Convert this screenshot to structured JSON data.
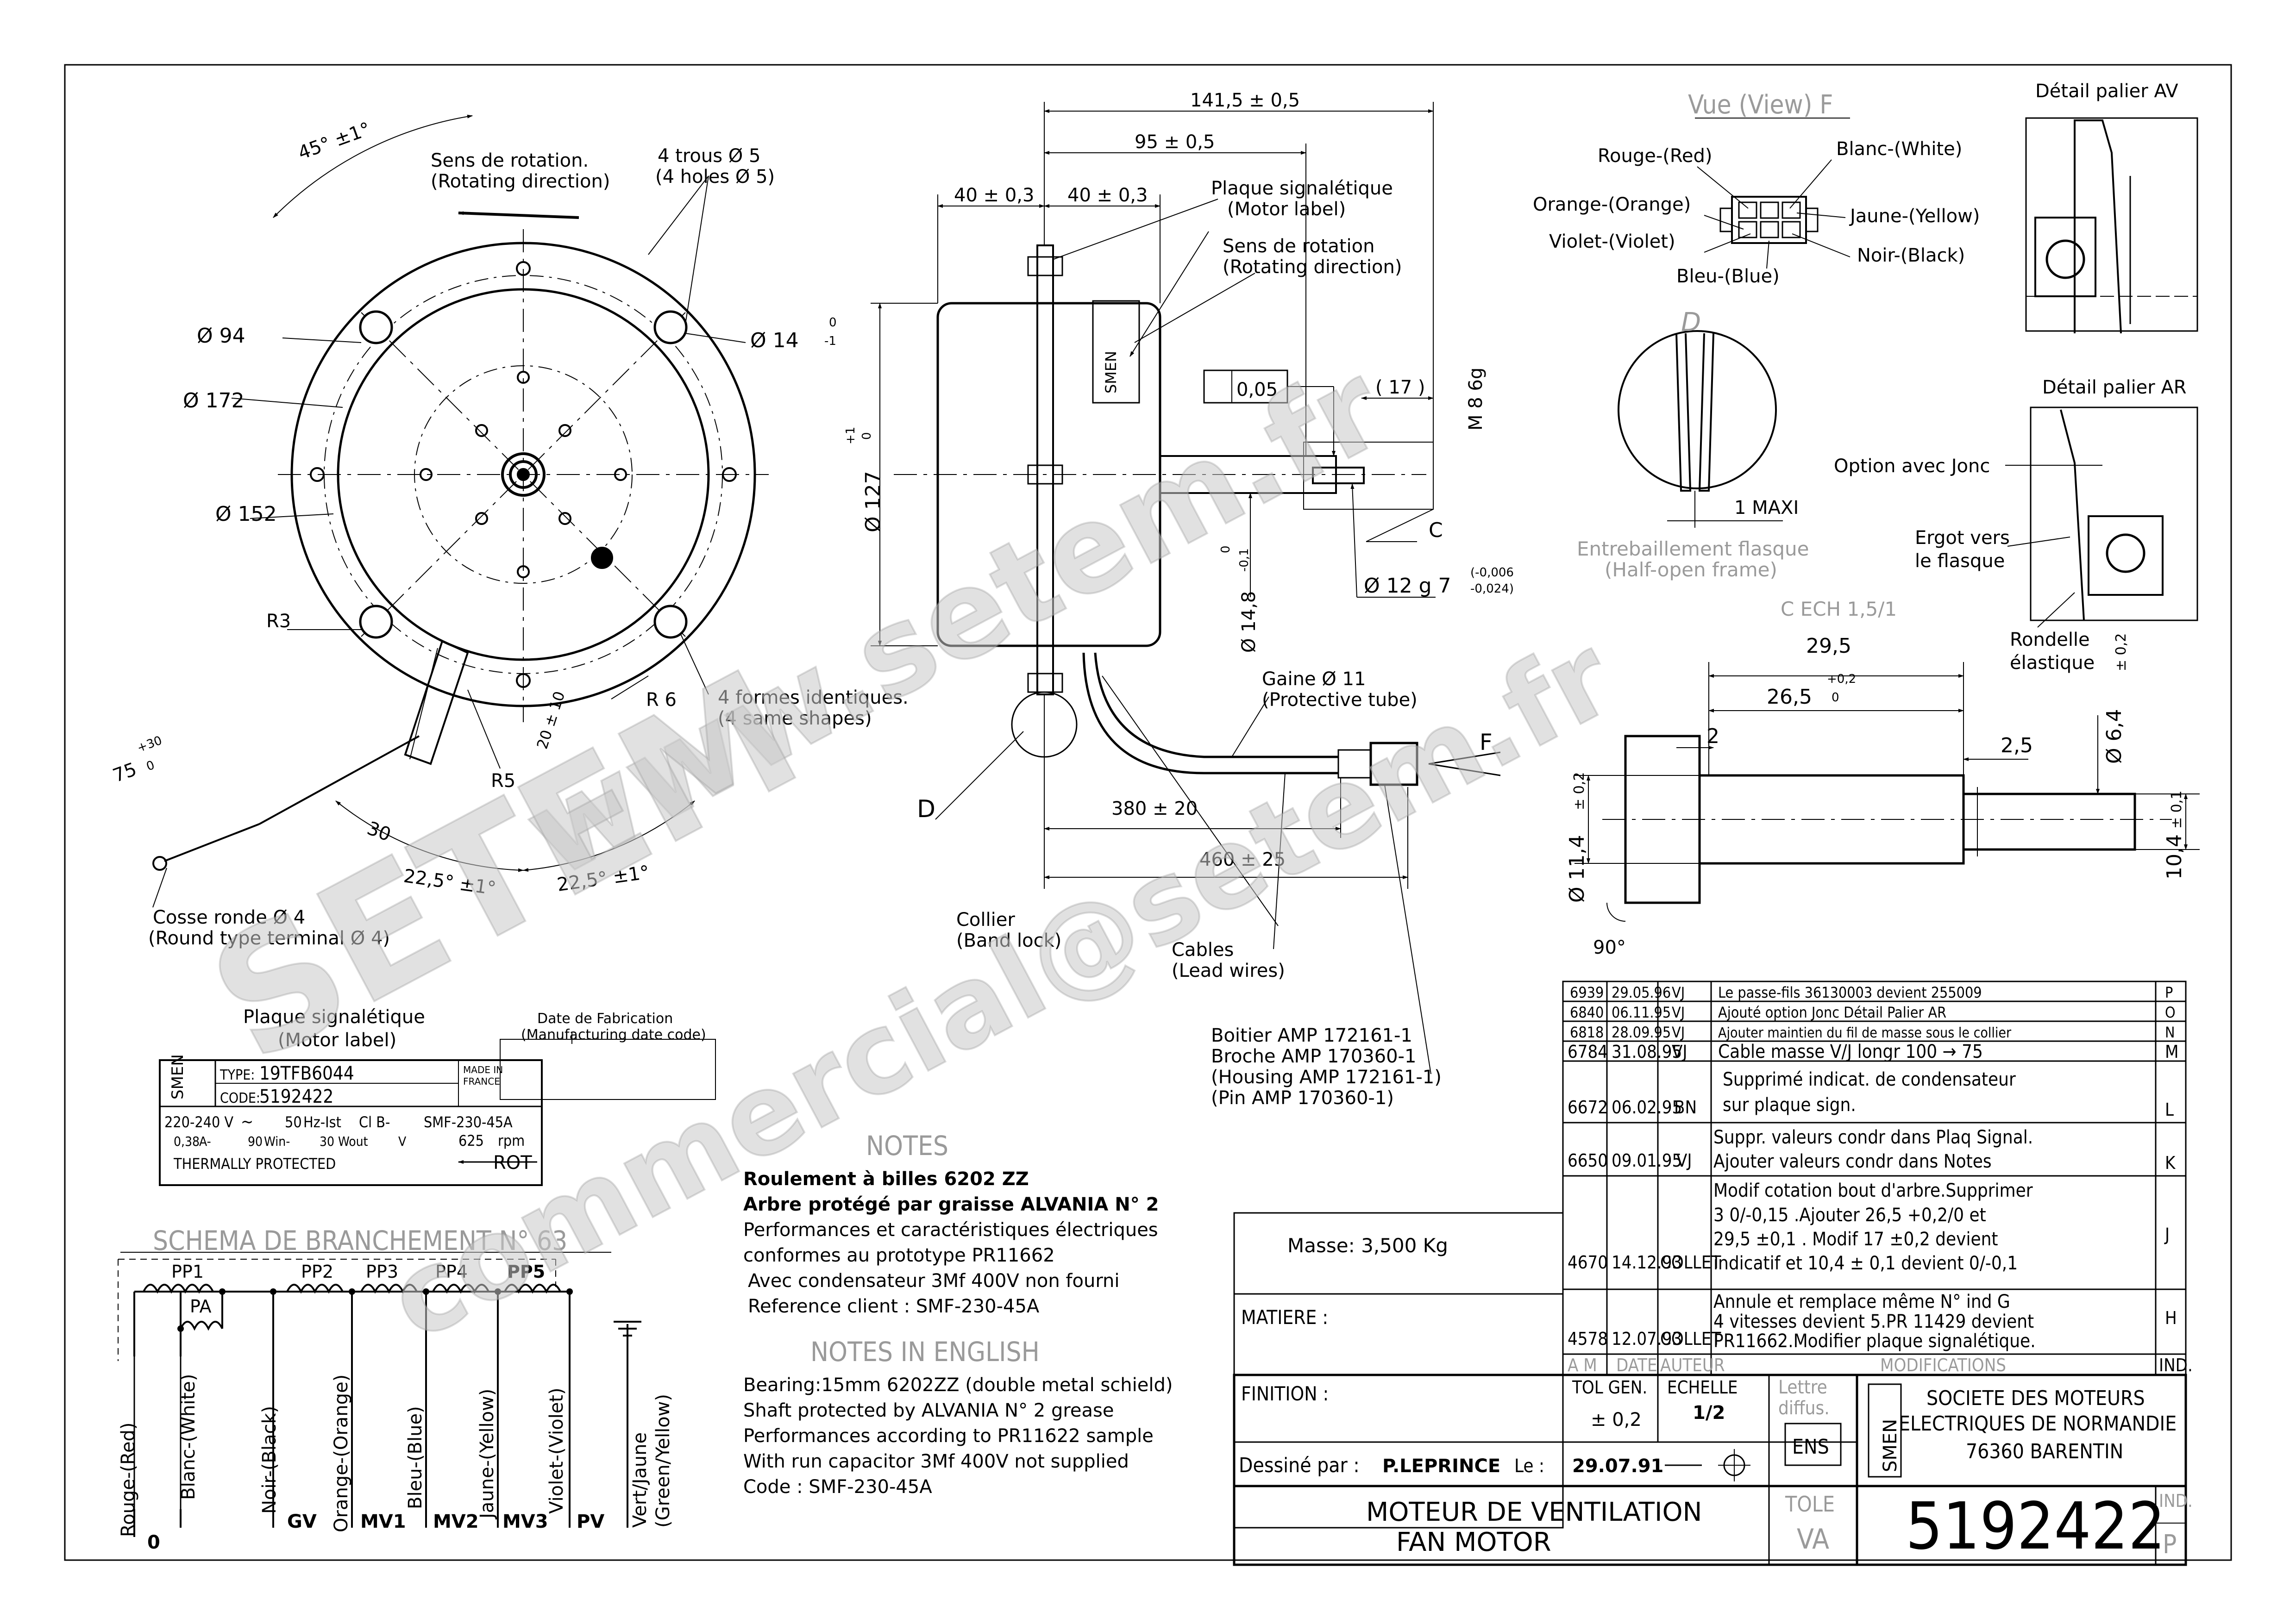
{
  "front_view": {
    "angle_top": "45° ±1°",
    "rotation_fr": "Sens de rotation.",
    "rotation_en": "(Rotating direction)",
    "holes_fr": "4 trous Ø 5",
    "holes_en": "(4 holes Ø 5)",
    "d94": "Ø 94",
    "d172": "Ø 172",
    "d152": "Ø 152",
    "d14": "Ø 14",
    "d14_tol_up": "0",
    "d14_tol_dn": "-1",
    "r3": "R3",
    "r5": "R5",
    "r6": "R 6",
    "shapes_fr": "4 formes identiques.",
    "shapes_en": "(4 same shapes)",
    "dim_20": "20 ± 10",
    "dim_30": "30",
    "dim_75": "75",
    "dim_75_tol_up": "+30",
    "dim_75_tol_dn": "0",
    "angle_left": "22,5° ±1°",
    "angle_right": "22,5° ±1°",
    "terminal_fr": "Cosse ronde Ø 4",
    "terminal_en": "(Round type terminal Ø 4)"
  },
  "side_view": {
    "dim_1415": "141,5 ± 0,5",
    "dim_95": "95 ± 0,5",
    "dim_40a": "40 ± 0,3",
    "dim_40b": "40 ± 0,3",
    "plate_fr": "Plaque signalétique",
    "plate_en": "(Motor label)",
    "rotation_fr": "Sens de rotation",
    "rotation_en": "(Rotating direction)",
    "logo": "SMEN",
    "d127": "Ø 127",
    "d127_tol_up": "+1",
    "d127_tol_dn": "0",
    "runout": "0,05",
    "dim_17": "( 17 )",
    "m8": "M 8 6g",
    "datum_c": "C",
    "d148": "Ø 14,8",
    "d148_tol": "-0,1",
    "d148_tol_up": "0",
    "d12": "Ø 12 g 7",
    "d12_tol_up": "(-0,006",
    "d12_tol_dn": "-0,024)",
    "tube_fr": "Gaine Ø 11",
    "tube_en": "(Protective tube)",
    "arrow_f": "F",
    "dim_380": "380 ± 20",
    "dim_460": "460 ± 25",
    "detail_d": "D",
    "collar_fr": "Collier",
    "collar_en": "(Band lock)",
    "cables_fr": "Cables",
    "cables_en": "(Lead wires)",
    "amp_1": "Boitier AMP 172161-1",
    "amp_2": "Broche AMP 170360-1",
    "amp_3": "(Housing AMP 172161-1)",
    "amp_4": "(Pin AMP 170360-1)"
  },
  "view_f": {
    "title": "Vue (View) F",
    "red": "Rouge-(Red)",
    "white": "Blanc-(White)",
    "orange": "Orange-(Orange)",
    "yellow": "Jaune-(Yellow)",
    "violet": "Violet-(Violet)",
    "black": "Noir-(Black)",
    "blue": "Bleu-(Blue)"
  },
  "detail_d": {
    "label": "D",
    "gap": "1 MAXI",
    "frame_fr": "Entrebaillement flasque",
    "frame_en": "(Half-open frame)"
  },
  "bearings": {
    "front": "Détail palier AV",
    "rear": "Détail palier AR",
    "option": "Option avec Jonc",
    "lug_1": "Ergot vers",
    "lug_2": "le flasque",
    "washer_1": "Rondelle",
    "washer_2": "élastique"
  },
  "shaft_detail": {
    "scale": "C ECH 1,5/1",
    "dim_295": "29,5",
    "dim_265": "26,5",
    "dim_265_tol_up": "+0,2",
    "dim_265_tol_dn": "0",
    "dim_2": "2",
    "dim_25": "2,5",
    "d64": "Ø 6,4",
    "d64_tol": "± 0,2",
    "d114": "Ø 11,4",
    "d114_tol": "± 0,2",
    "dim_104": "10,4",
    "dim_104_tol": "± 0,1",
    "angle": "90°"
  },
  "motor_label": {
    "title_fr": "Plaque signalétique",
    "title_en": "(Motor label)",
    "date_fr": "Date de Fabrication",
    "date_en": "(Manufacturing date code)",
    "logo": "SMEN",
    "type_key": "TYPE:",
    "type": "19TFB6044",
    "code_key": "CODE:",
    "code": "5192422",
    "made_1": "MADE IN",
    "made_2": "FRANCE",
    "voltage": "220-240 V",
    "ac": "~",
    "freq": "50",
    "hz_ist": "Hz-Ist",
    "cl": "Cl B-",
    "ref": "SMF-230-45A",
    "current": "0,38",
    "current_unit": "A-",
    "win": "90",
    "win_unit": "Win-",
    "wout": "30",
    "wout_unit": "Wout",
    "v": "V",
    "rpm": "625",
    "rpm_unit": "rpm",
    "thermal": "THERMALLY PROTECTED",
    "rot": "ROT"
  },
  "wiring": {
    "title": "SCHEMA DE BRANCHEMENT N° 63",
    "pp1": "PP1",
    "pp2": "PP2",
    "pp3": "PP3",
    "pp4": "PP4",
    "pp5": "PP5",
    "pa": "PA",
    "wires": [
      "Rouge-(Red)",
      "Blanc-(White)",
      "Noir-(Black)",
      "Orange-(Orange)",
      "Bleu-(Blue)",
      "Jaune-(Yellow)",
      "Violet-(Violet)",
      "Vert/Jaune"
    ],
    "gy": "(Green/Yellow)",
    "terms": [
      "0",
      "GV",
      "MV1",
      "MV2",
      "MV3",
      "PV"
    ]
  },
  "notes": {
    "title": "NOTES",
    "lines": [
      "Roulement à billes 6202 ZZ",
      "Arbre protégé par graisse ALVANIA N° 2",
      "Performances et caractéristiques électriques",
      "conformes au prototype PR11662",
      "Avec condensateur 3Mf 400V non fourni",
      "Reference client : SMF-230-45A"
    ],
    "title_en": "NOTES IN ENGLISH",
    "lines_en": [
      "Bearing:15mm 6202ZZ (double metal schield)",
      "Shaft protected by ALVANIA N° 2 grease",
      "Performances according to PR11622 sample",
      "With run capacitor 3Mf 400V not supplied",
      "Code : SMF-230-45A"
    ]
  },
  "revisions": {
    "rows": [
      [
        "6939",
        "29.05.96",
        "VJ",
        "Le passe-fils 36130003 devient 255009",
        "P"
      ],
      [
        "6840",
        "06.11.95",
        "VJ",
        "Ajouté option Jonc Détail Palier AR",
        "O"
      ],
      [
        "6818",
        "28.09.95",
        "VJ",
        "Ajouter maintien du fil de masse sous le collier",
        "N"
      ],
      [
        "6784",
        "31.08.95",
        "VJ",
        "Cable masse V/J longr 100 → 75",
        "M"
      ]
    ],
    "row_l": [
      "6672",
      "06.02.95",
      "BN",
      "Supprimé indicat. de condensateur",
      "sur plaque sign.",
      "L"
    ],
    "row_k": [
      "6650",
      "09.01.95",
      "VJ",
      "Suppr. valeurs condr dans Plaq Signal.",
      "Ajouter valeurs condr dans Notes",
      "K"
    ],
    "row_j": [
      "4670",
      "14.12.93",
      "COLLET",
      "Modif cotation bout d'arbre.Supprimer",
      "3 0/-0,15 .Ajouter 26,5 +0,2/0 et",
      "29,5 ±0,1 . Modif 17 ±0,2 devient",
      "indicatif et 10,4 ± 0,1 devient 0/-0,1",
      "J"
    ],
    "row_h": [
      "4578",
      "12.07.93",
      "COLLET",
      "Annule et remplace même N° ind G",
      "4 vitesses devient 5.PR 11429 devient",
      "PR11662.Modifier plaque signalétique.",
      "H"
    ],
    "header": [
      "A M",
      "DATE",
      "AUTEUR",
      "MODIFICATIONS",
      "IND."
    ]
  },
  "title_block": {
    "mass": "Masse: 3,500 Kg",
    "matiere": "MATIERE :",
    "finition": "FINITION :",
    "tol_title": "TOL GEN.",
    "tol_value": "± 0,2",
    "scale_title": "ECHELLE",
    "scale_value": "1/2",
    "lettre_1": "Lettre",
    "lettre_2": "diffus.",
    "lettre_value": "ENS",
    "drawn_by": "Dessiné par :",
    "drawer": "P.LEPRINCE",
    "le": "Le :",
    "date": "29.07.91",
    "logo": "SMEN",
    "company_1": "SOCIETE DES MOTEURS",
    "company_2": "ELECTRIQUES DE NORMANDIE",
    "company_3": "76360 BARENTIN",
    "title_1": "MOTEUR DE VENTILATION",
    "title_2": "FAN MOTOR",
    "tole": "TOLE",
    "tole_value": "VA",
    "part_number": "5192422",
    "ind": "IND.",
    "ind_value": "P"
  },
  "watermarks": [
    "www.setem.fr",
    "SETEM",
    "commercial@setem.fr"
  ]
}
